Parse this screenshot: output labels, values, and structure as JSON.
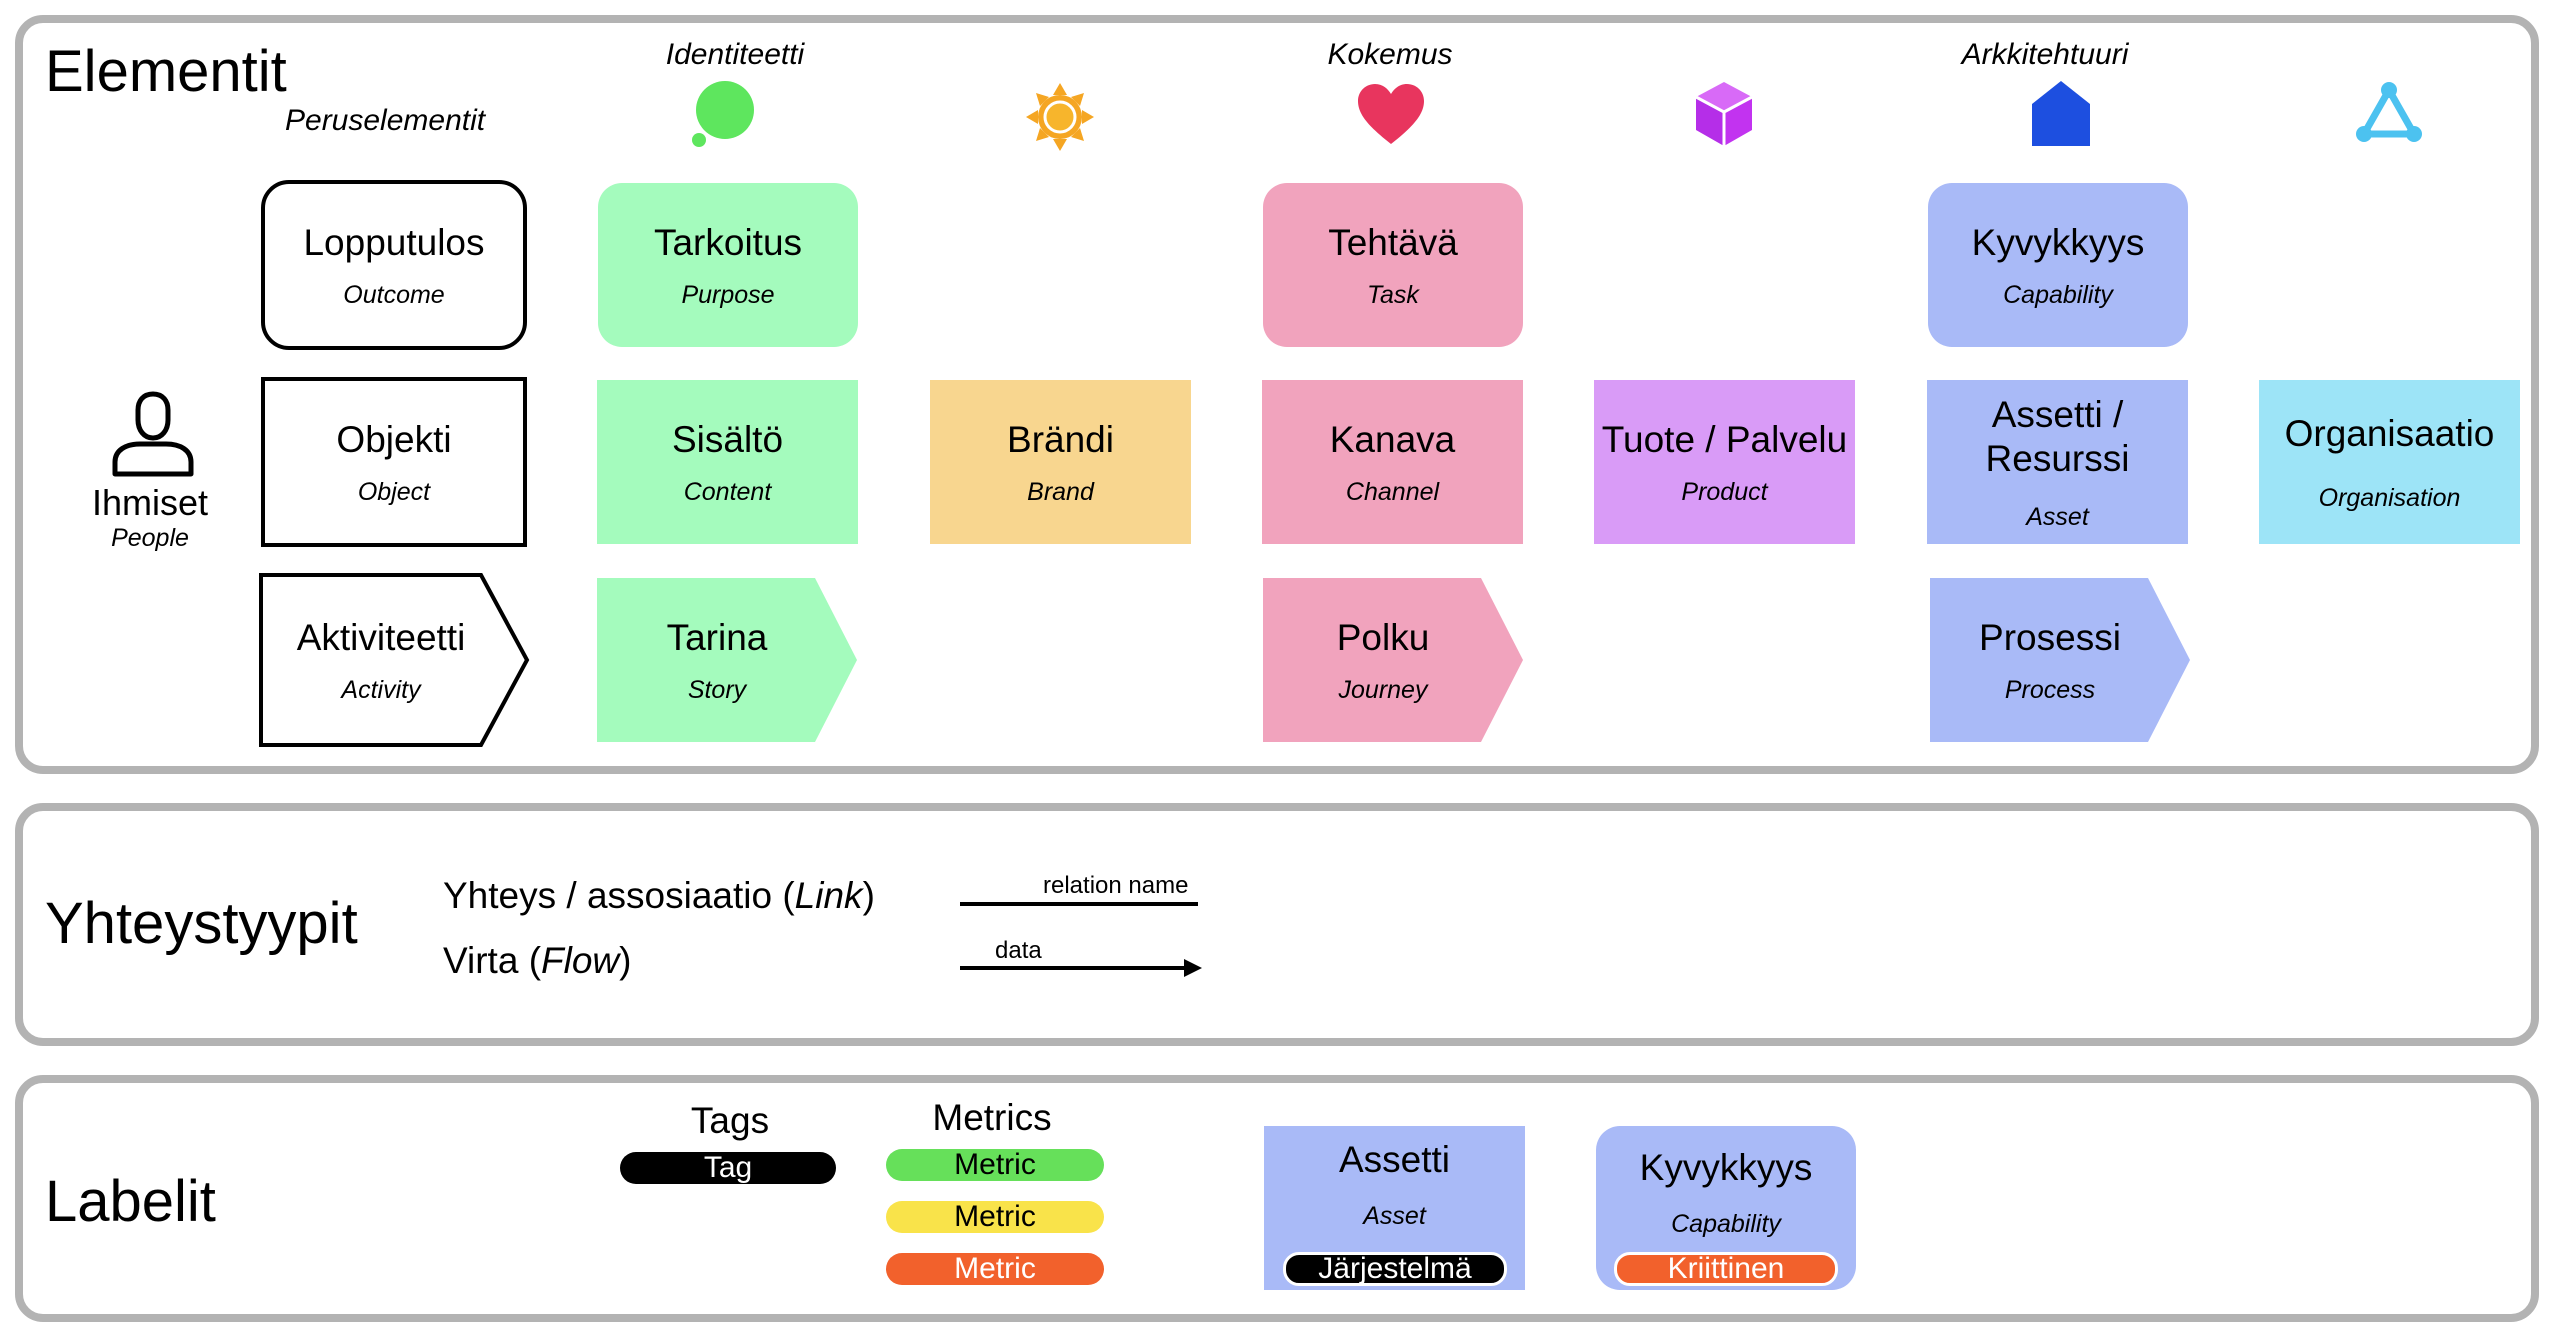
{
  "elementit": {
    "title": "Elementit",
    "base_heading": "Peruselementit",
    "columns": [
      {
        "heading": "Identiteetti",
        "icon": "green-dot-icon",
        "color": "#5ee65e"
      },
      {
        "heading": "",
        "icon": "sun-icon",
        "color": "#f5a623"
      },
      {
        "heading": "Kokemus",
        "icon": "heart-icon",
        "color": "#e8355e"
      },
      {
        "heading": "",
        "icon": "cube-icon",
        "color": "#c233f0"
      },
      {
        "heading": "Arkkitehtuuri",
        "icon": "house-icon",
        "color": "#1d4fe0"
      },
      {
        "heading": "",
        "icon": "network-triangle-icon",
        "color": "#4cc2f0"
      }
    ],
    "people": {
      "label": "Ihmiset",
      "sub": "People"
    },
    "base": {
      "outcome": {
        "main": "Lopputulos",
        "sub": "Outcome"
      },
      "object": {
        "main": "Objekti",
        "sub": "Object"
      },
      "activity": {
        "main": "Aktiviteetti",
        "sub": "Activity"
      }
    },
    "outcome_row": {
      "purpose": {
        "main": "Tarkoitus",
        "sub": "Purpose",
        "color": "#a4fbbd"
      },
      "task": {
        "main": "Tehtävä",
        "sub": "Task",
        "color": "#f1a3bd"
      },
      "capability": {
        "main": "Kyvykkyys",
        "sub": "Capability",
        "color": "#a9baf7"
      }
    },
    "object_row": {
      "content": {
        "main": "Sisältö",
        "sub": "Content",
        "color": "#a4fbbd"
      },
      "brand": {
        "main": "Brändi",
        "sub": "Brand",
        "color": "#f8d68f"
      },
      "channel": {
        "main": "Kanava",
        "sub": "Channel",
        "color": "#f1a3bd"
      },
      "product": {
        "main": "Tuote / Palvelu",
        "sub": "Product",
        "color": "#d99bf7"
      },
      "asset": {
        "main": "Assetti /\nResurssi",
        "sub": "Asset",
        "color": "#a9baf7"
      },
      "organisation": {
        "main": "Organisaatio",
        "sub": "Organisation",
        "color": "#9de4f7"
      }
    },
    "activity_row": {
      "story": {
        "main": "Tarina",
        "sub": "Story",
        "color": "#a4fbbd"
      },
      "journey": {
        "main": "Polku",
        "sub": "Journey",
        "color": "#f1a3bd"
      },
      "process": {
        "main": "Prosessi",
        "sub": "Process",
        "color": "#a9baf7"
      }
    }
  },
  "yhteystyypit": {
    "title": "Yhteystyypit",
    "link": {
      "label_prefix": "Yhteys / assosiaatio (",
      "label_em": "Link",
      "label_suffix": ")",
      "line_label": "relation name"
    },
    "flow": {
      "label_prefix": "Virta (",
      "label_em": "Flow",
      "label_suffix": ")",
      "line_label": "data"
    }
  },
  "labelit": {
    "title": "Labelit",
    "tags": {
      "heading": "Tags",
      "tag": "Tag"
    },
    "metrics": {
      "heading": "Metrics",
      "items": [
        {
          "label": "Metric",
          "color": "#66e05a"
        },
        {
          "label": "Metric",
          "color": "#f9e34a"
        },
        {
          "label": "Metric",
          "color": "#f2612c"
        }
      ]
    },
    "asset_example": {
      "main": "Assetti",
      "sub": "Asset",
      "tag": "Järjestelmä"
    },
    "capability_example": {
      "main": "Kyvykkyys",
      "sub": "Capability",
      "tag": "Kriittinen"
    }
  }
}
